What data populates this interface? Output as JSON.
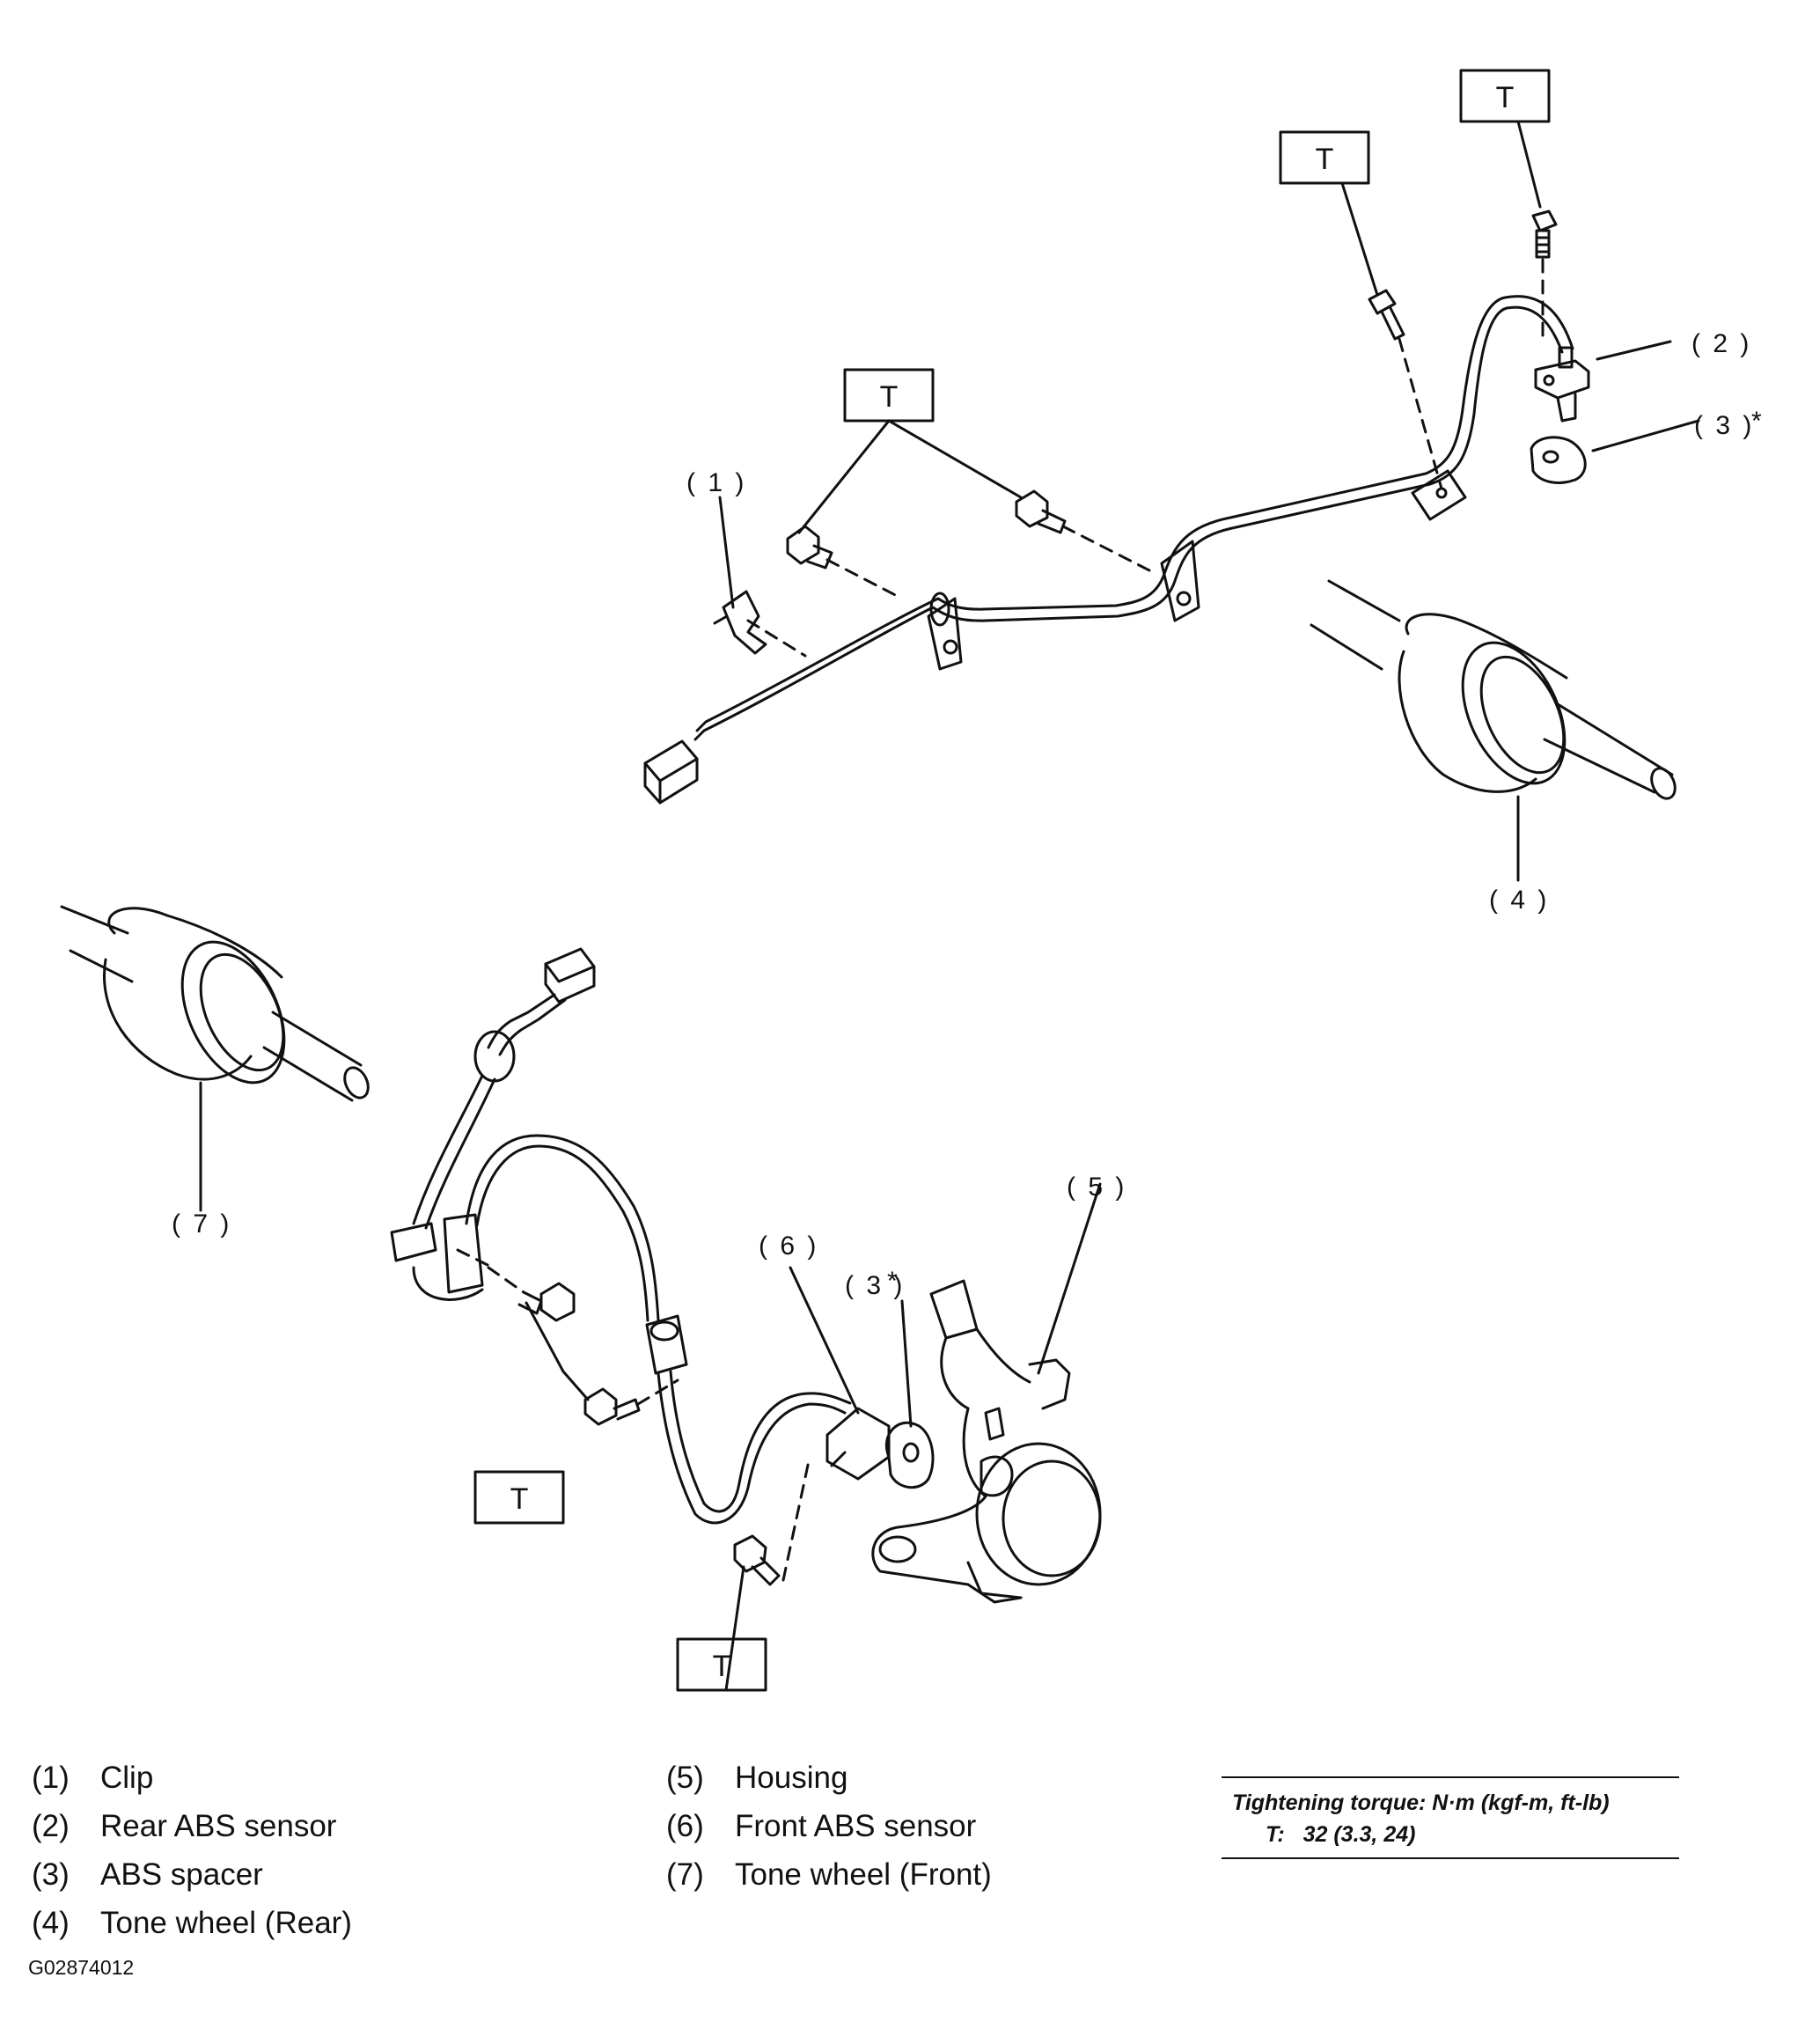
{
  "callouts": {
    "c1": "( 1 )",
    "c2": "( 2 )",
    "c3_top": "( 3 )",
    "c3_bottom": "( 3 )",
    "c4": "( 4 )",
    "c5": "( 5 )",
    "c6": "( 6 )",
    "c7": "( 7 )",
    "asterisk": "*",
    "torque_box": "T"
  },
  "legend": {
    "left": [
      {
        "num": "(1)",
        "text": "Clip"
      },
      {
        "num": "(2)",
        "text": "Rear ABS sensor"
      },
      {
        "num": "(3)",
        "text": "ABS spacer"
      },
      {
        "num": "(4)",
        "text": "Tone wheel (Rear)"
      }
    ],
    "right": [
      {
        "num": "(5)",
        "text": "Housing"
      },
      {
        "num": "(6)",
        "text": "Front ABS sensor"
      },
      {
        "num": "(7)",
        "text": "Tone wheel (Front)"
      }
    ]
  },
  "torque": {
    "heading": "Tightening torque: N·m (kgf-m, ft-lb)",
    "key": "T:",
    "value": "32 (3.3, 24)"
  },
  "figure_id": "G02874012"
}
